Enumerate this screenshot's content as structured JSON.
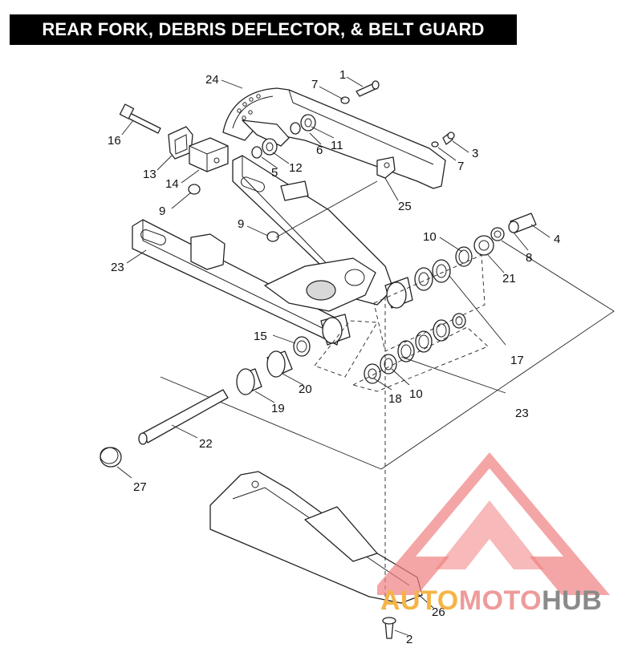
{
  "header": {
    "title": "REAR FORK, DEBRIS DEFLECTOR, & BELT GUARD"
  },
  "callouts": {
    "c1": "1",
    "c2": "2",
    "c3": "3",
    "c4": "4",
    "c5": "5",
    "c6": "6",
    "c7a": "7",
    "c7b": "7",
    "c8": "8",
    "c9a": "9",
    "c9b": "9",
    "c10a": "10",
    "c10b": "10",
    "c11": "11",
    "c12": "12",
    "c13": "13",
    "c14": "14",
    "c15": "15",
    "c16": "16",
    "c17": "17",
    "c18": "18",
    "c19": "19",
    "c20": "20",
    "c21": "21",
    "c22": "22",
    "c23a": "23",
    "c23b": "23",
    "c24": "24",
    "c25": "25",
    "c26": "26",
    "c27": "27"
  },
  "watermark": {
    "part1": "AUTO",
    "part2": "MOTO",
    "part3": "HUB",
    "colors": {
      "part1": "#f6b444",
      "part2": "#ef9a9a",
      "part3": "#8a8a8a",
      "triangle": "#f08080"
    }
  }
}
